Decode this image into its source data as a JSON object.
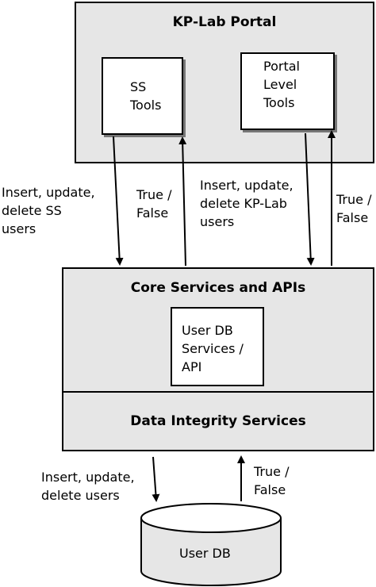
{
  "portal": {
    "title": "KP-Lab Portal",
    "ss_tools": "SS\nTools",
    "portal_tools": "Portal\nLevel\nTools"
  },
  "core": {
    "title": "Core Services and APIs",
    "userdb_services": "User DB\nServices /\nAPI"
  },
  "integrity": {
    "title": "Data Integrity Services"
  },
  "database": {
    "label": "User DB"
  },
  "arrows": {
    "ss_request": "Insert, update,\ndelete SS\nusers",
    "ss_response": "True /\nFalse",
    "kp_request": "Insert, update,\ndelete KP-Lab\nusers",
    "kp_response": "True /\nFalse",
    "db_request": "Insert, update,\ndelete users",
    "db_response": "True /\nFalse"
  }
}
